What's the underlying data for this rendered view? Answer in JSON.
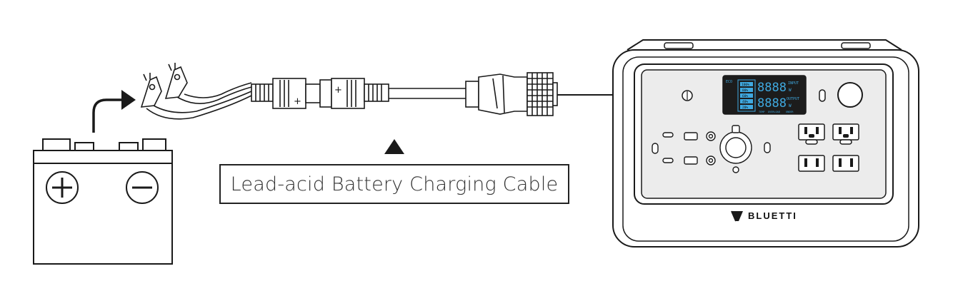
{
  "caption": "Lead-acid Battery Charging Cable",
  "brand": "BLUETTI",
  "battery": {
    "plus_symbol": "+",
    "minus_symbol": "−"
  },
  "lcd": {
    "levels": [
      "100%",
      "80%",
      "60%",
      "40%",
      "20%"
    ],
    "top_digits": "8888",
    "bottom_digits": "8888",
    "input_label": "INPUT",
    "output_label": "OUTPUT",
    "unit_w": "W",
    "eco_label": "ECO",
    "bottom_labels": [
      "TEMP",
      "OVERLOAD",
      "UNDER"
    ]
  },
  "colors": {
    "line": "#1a1a1a",
    "lcd_bg": "#1c1c1c",
    "lcd_accent": "#3fa9e0"
  },
  "icons": [
    "arrow-icon",
    "pointer-triangle-icon",
    "bluetti-logo-icon"
  ]
}
